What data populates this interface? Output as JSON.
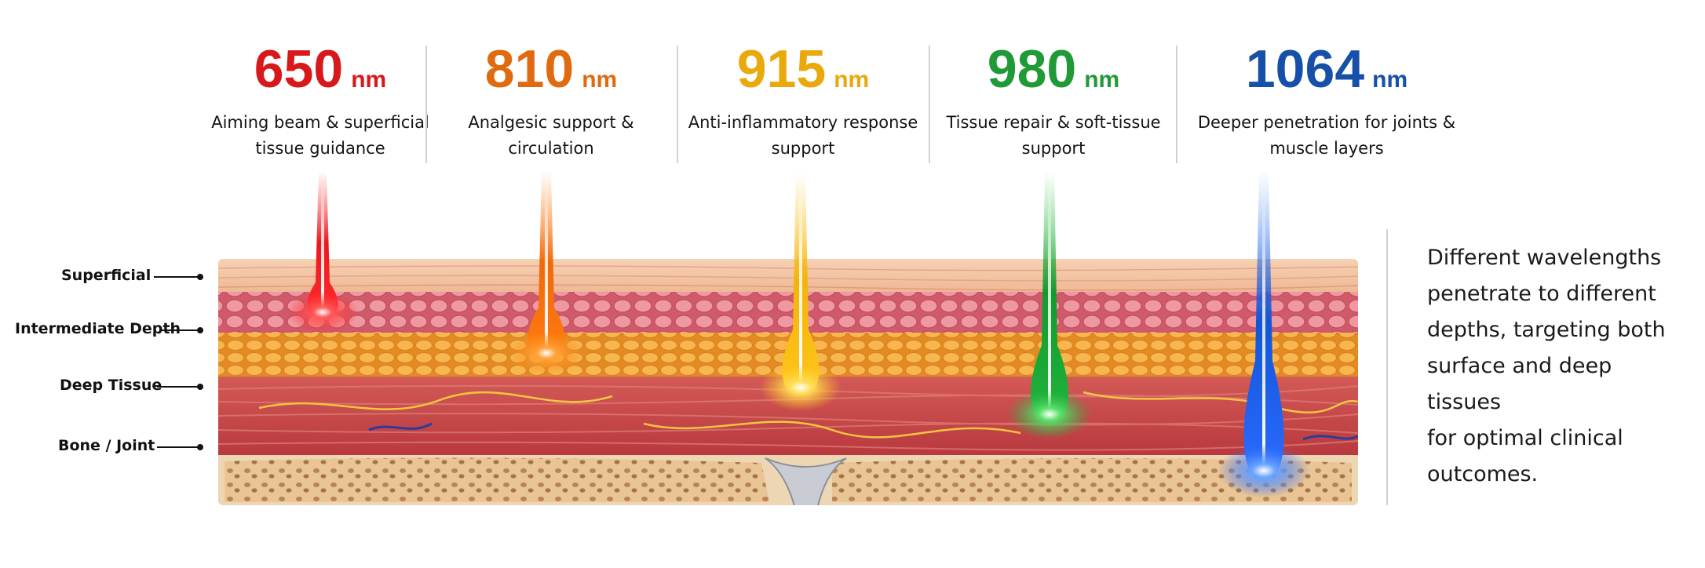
{
  "wavelengths": [
    {
      "value": "650",
      "unit": "nm",
      "desc_line1": "Aiming beam & superficial",
      "desc_line2": "tissue guidance",
      "color": "#d7191c"
    },
    {
      "value": "810",
      "unit": "nm",
      "desc_line1": "Analgesic support &",
      "desc_line2": "circulation",
      "color": "#e06a10"
    },
    {
      "value": "915",
      "unit": "nm",
      "desc_line1": "Anti-inflammatory response",
      "desc_line2": "support",
      "color": "#e9a90c"
    },
    {
      "value": "980",
      "unit": "nm",
      "desc_line1": "Tissue repair & soft-tissue",
      "desc_line2": "support",
      "color": "#1f9a36"
    },
    {
      "value": "1064",
      "unit": "nm",
      "desc_line1": "Deeper penetration for joints &",
      "desc_line2": "muscle layers",
      "color": "#1750a8"
    }
  ],
  "depth_labels": [
    "Superficial",
    "Intermediate Depth",
    "Deep Tissue",
    "Bone / Joint"
  ],
  "side_text": {
    "line1": "Different wavelengths",
    "line2": "penetrate to different",
    "line3": "depths, targeting both",
    "line4": "surface and deep tissues",
    "line5": "for optimal clinical",
    "line6": "outcomes."
  },
  "colors": {
    "skin": "#f3c7a5",
    "epidermis_cells": "#e88a93",
    "fat": "#f3a73a",
    "muscle": "#c9464a",
    "bone": "#e8c79a"
  }
}
